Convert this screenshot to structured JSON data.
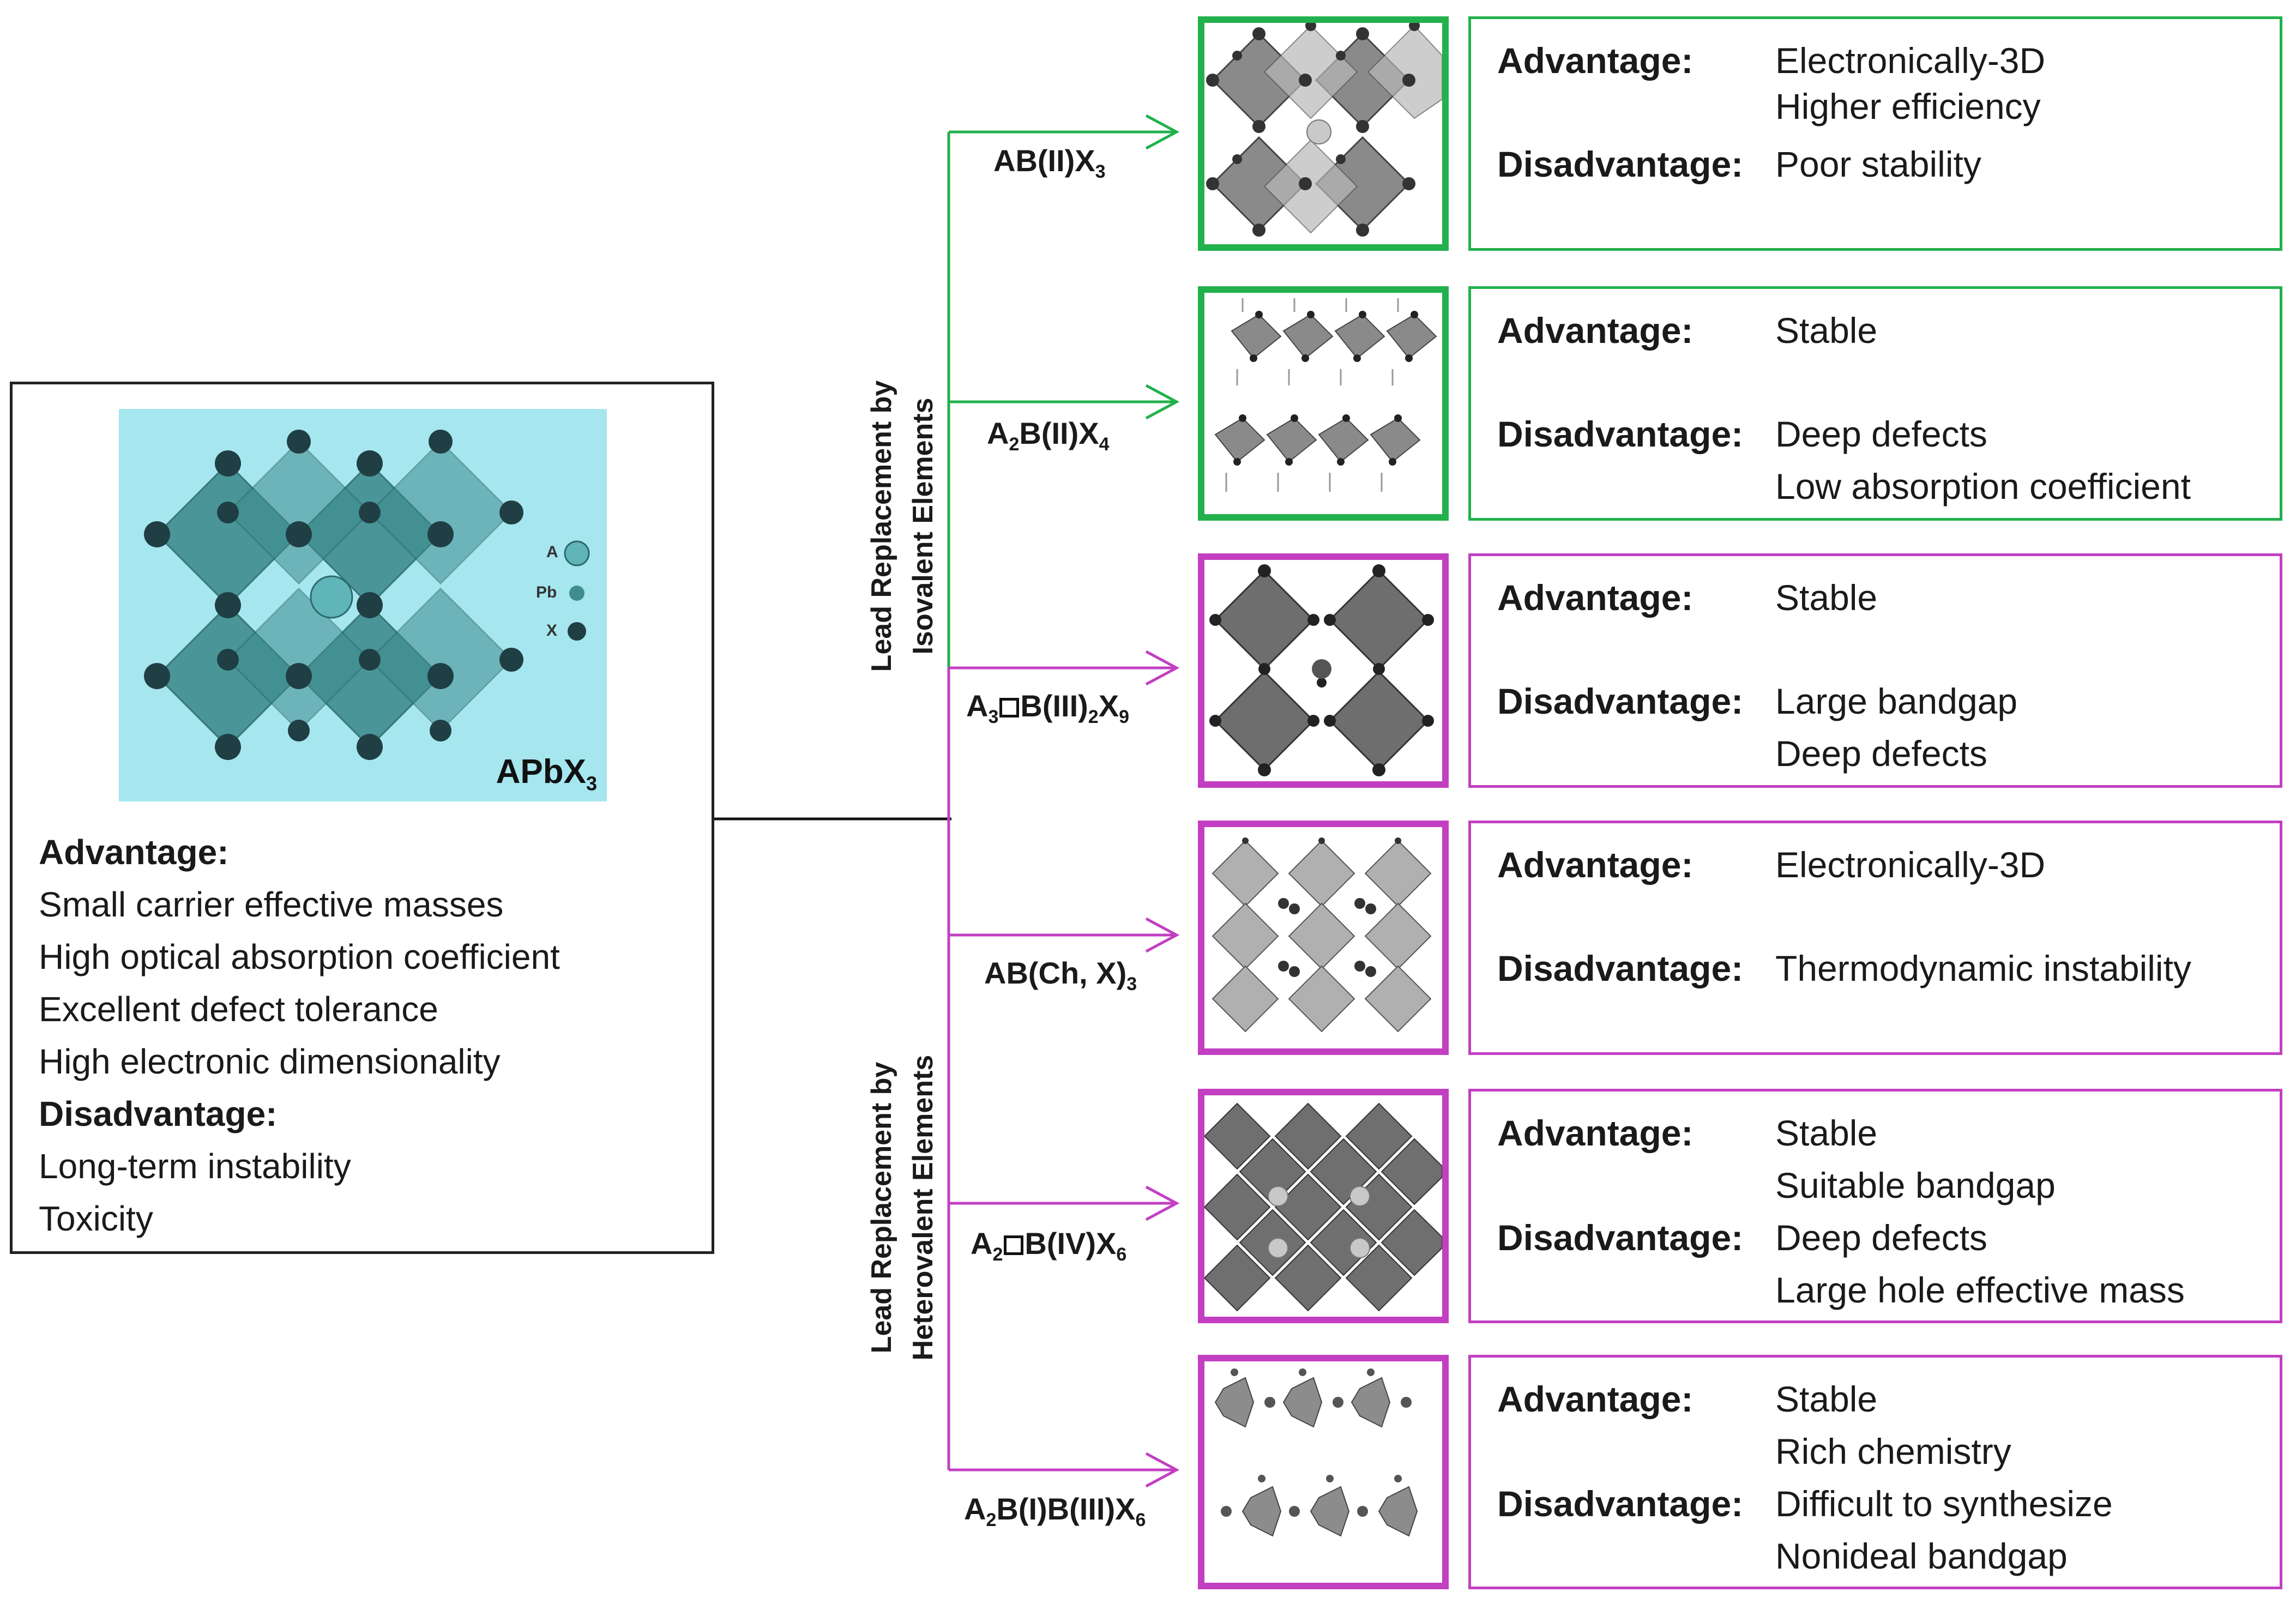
{
  "main": {
    "formula_base": "APbX",
    "formula_sub": "3",
    "legend": [
      "A",
      "Pb",
      "X"
    ],
    "advantage_heading": "Advantage:",
    "advantages": [
      "Small carrier effective masses",
      "High optical absorption coefficient",
      "Excellent defect tolerance",
      "High electronic dimensionality"
    ],
    "disadvantage_heading": "Disadvantage:",
    "disadvantages": [
      "Long-term instability",
      "Toxicity"
    ]
  },
  "groups": {
    "isovalent": [
      "Lead Replacement by",
      "Isovalent Elements"
    ],
    "heterovalent": [
      "Lead Replacement by",
      "Heterovalent Elements"
    ]
  },
  "colors": {
    "isovalent": "#22b14c",
    "heterovalent": "#c23fc2",
    "crystal_bg": "#a6e6ef",
    "octahedron": "#3f8d8f"
  },
  "branches": [
    {
      "formula": [
        "AB(II)X",
        "3"
      ],
      "group": "isovalent",
      "advantage_label": "Advantage:",
      "advantages": [
        "Electronically-3D",
        "Higher efficiency"
      ],
      "disadvantage_label": "Disadvantage:",
      "disadvantages": [
        "Poor stability"
      ]
    },
    {
      "formula": [
        "A",
        "2",
        "B(II)X",
        "4"
      ],
      "group": "isovalent",
      "advantage_label": "Advantage:",
      "advantages": [
        "Stable"
      ],
      "disadvantage_label": "Disadvantage:",
      "disadvantages": [
        "Deep defects",
        "Low absorption coefficient"
      ]
    },
    {
      "formula": [
        "A",
        "3",
        "□",
        "B(III)",
        "2",
        "X",
        "9"
      ],
      "group": "heterovalent",
      "advantage_label": "Advantage:",
      "advantages": [
        "Stable"
      ],
      "disadvantage_label": "Disadvantage:",
      "disadvantages": [
        "Large bandgap",
        "Deep defects"
      ]
    },
    {
      "formula": [
        "AB(Ch, X)",
        "3"
      ],
      "group": "heterovalent",
      "advantage_label": "Advantage:",
      "advantages": [
        "Electronically-3D"
      ],
      "disadvantage_label": "Disadvantage:",
      "disadvantages": [
        "Thermodynamic instability"
      ]
    },
    {
      "formula": [
        "A",
        "2",
        "□",
        "B(IV)X",
        "6"
      ],
      "group": "heterovalent",
      "advantage_label": "Advantage:",
      "advantages": [
        "Stable",
        "Suitable bandgap"
      ],
      "disadvantage_label": "Disadvantage:",
      "disadvantages": [
        "Deep defects",
        "Large hole effective mass"
      ]
    },
    {
      "formula": [
        "A",
        "2",
        "B(I)B(III)X",
        "6"
      ],
      "group": "heterovalent",
      "advantage_label": "Advantage:",
      "advantages": [
        "Stable",
        "Rich chemistry"
      ],
      "disadvantage_label": "Disadvantage:",
      "disadvantages": [
        "Difficult to synthesize",
        "Nonideal bandgap"
      ]
    }
  ]
}
